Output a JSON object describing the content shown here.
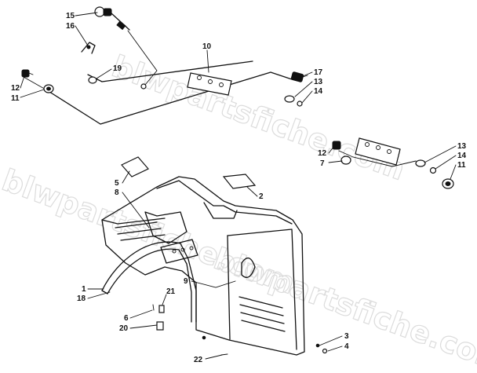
{
  "watermark": "blwpartsfiche.com",
  "callouts": [
    {
      "id": "c15a",
      "label": "15"
    },
    {
      "id": "c16a",
      "label": "16"
    },
    {
      "id": "c10",
      "label": "10"
    },
    {
      "id": "c17",
      "label": "17"
    },
    {
      "id": "c13a",
      "label": "13"
    },
    {
      "id": "c14a",
      "label": "14"
    },
    {
      "id": "c19",
      "label": "19"
    },
    {
      "id": "c12a",
      "label": "12"
    },
    {
      "id": "c11a",
      "label": "11"
    },
    {
      "id": "c12b",
      "label": "12"
    },
    {
      "id": "c7",
      "label": "7"
    },
    {
      "id": "c13b",
      "label": "13"
    },
    {
      "id": "c14b",
      "label": "14"
    },
    {
      "id": "c11b",
      "label": "11"
    },
    {
      "id": "c5",
      "label": "5"
    },
    {
      "id": "c8",
      "label": "8"
    },
    {
      "id": "c2",
      "label": "2"
    },
    {
      "id": "c1",
      "label": "1"
    },
    {
      "id": "c18",
      "label": "18"
    },
    {
      "id": "c9",
      "label": "9"
    },
    {
      "id": "c21",
      "label": "21"
    },
    {
      "id": "c6",
      "label": "6"
    },
    {
      "id": "c20",
      "label": "20"
    },
    {
      "id": "c22",
      "label": "22"
    },
    {
      "id": "c3",
      "label": "3"
    },
    {
      "id": "c4",
      "label": "4"
    }
  ]
}
